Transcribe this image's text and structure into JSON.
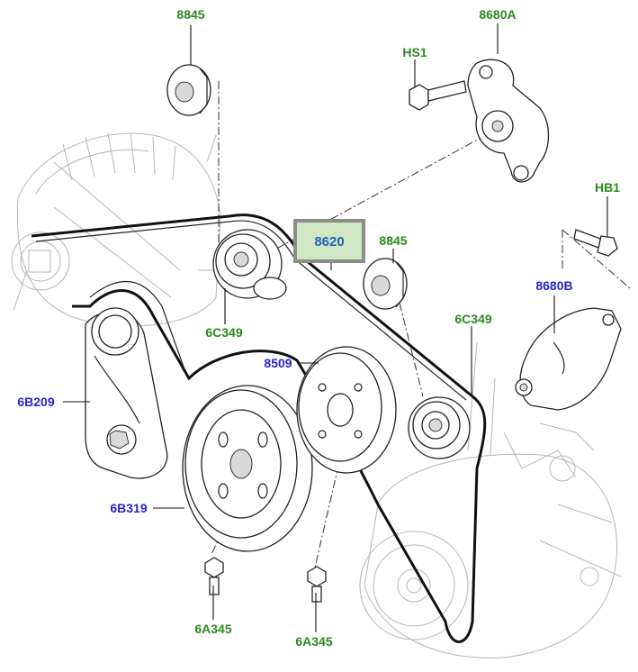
{
  "diagram": {
    "callouts": {
      "c8845_top": "8845",
      "c8680A": "8680A",
      "cHS1": "HS1",
      "cHB1": "HB1",
      "c8620": "8620",
      "c8845_mid": "8845",
      "c8680B": "8680B",
      "c6C349_left": "6C349",
      "c6C349_right": "6C349",
      "c8509": "8509",
      "c6B209": "6B209",
      "c6B319": "6B319",
      "c6A345_left": "6A345",
      "c6A345_right": "6A345"
    },
    "colors": {
      "green_label": "#2a8a1e",
      "blue_label": "#2626c8",
      "highlight_border": "#8c8c8c",
      "highlight_fill": "#cfe7c3"
    }
  }
}
